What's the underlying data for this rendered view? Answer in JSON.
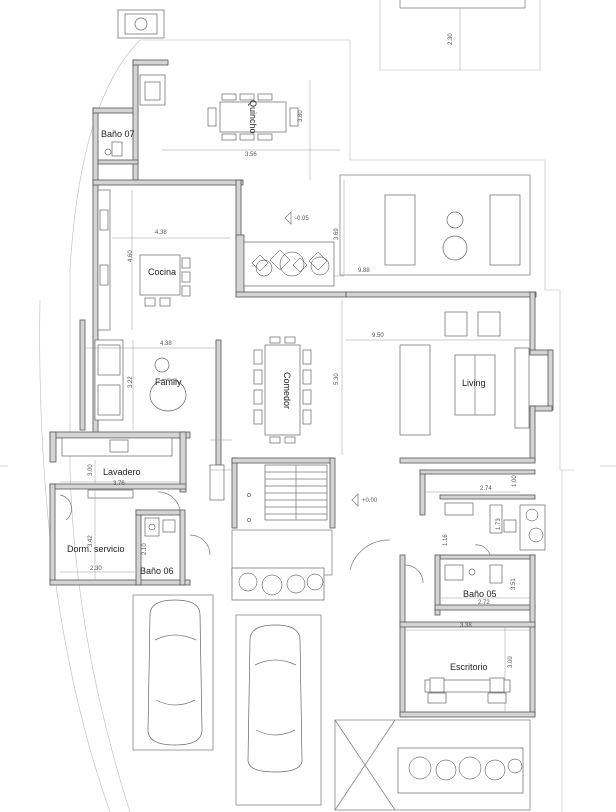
{
  "rooms": {
    "bano07": "Baño 07",
    "quincho": "Quincho",
    "cocina": "Cocina",
    "family": "Family",
    "comedor": "Comedor",
    "living": "Living",
    "lavadero": "Lavadero",
    "dorm_servicio": "Dorm. servicio",
    "bano06": "Baño 06",
    "bano05": "Baño 05",
    "escritorio": "Escritorio"
  },
  "levels": {
    "terrace": "-0.05",
    "interior": "+0.00"
  },
  "dimensions": {
    "top_right": "2.30",
    "quincho_w": "3.56",
    "quincho_h": "3.80",
    "cocina_w": "4.38",
    "cocina_h": "4.60",
    "terrace_h": "3.69",
    "terrace_w": "9.88",
    "living_w": "9.50",
    "family_w": "4.38",
    "family_h": "3.22",
    "comedor_h": "5.30",
    "lavadero_h": "3.00",
    "lavadero_w": "3.76",
    "dorm_h": "3.42",
    "dorm_w": "2.30",
    "bano06_h": "2.10",
    "hall_w": "2.74",
    "hall_h": "1.00",
    "bath_h": "1.73",
    "bath_w": "1.16",
    "bano05_w": "2.72",
    "bano05_h": "3.51",
    "escritorio_w": "3.38",
    "escritorio_h": "3.00"
  }
}
